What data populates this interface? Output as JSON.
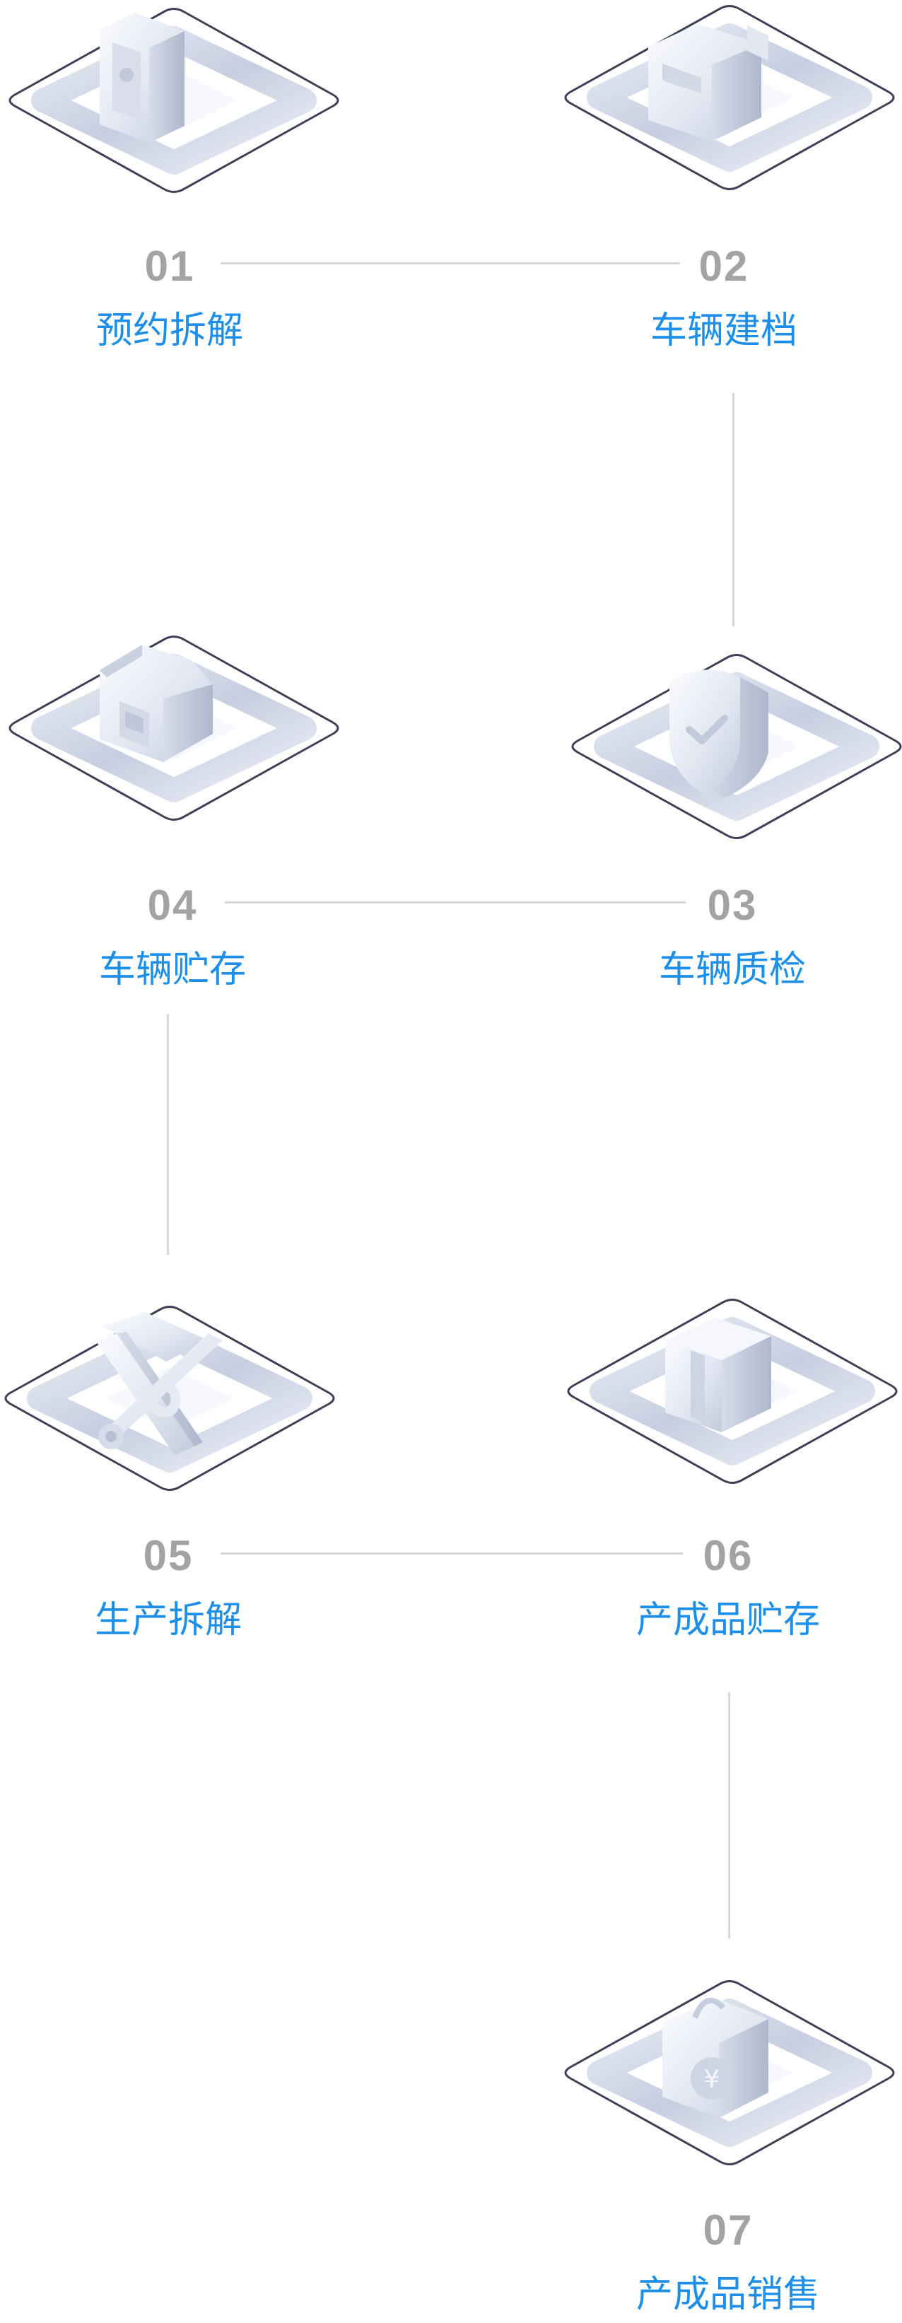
{
  "steps": [
    {
      "number": "01",
      "label": "预约拆解",
      "icon": "phone-icon"
    },
    {
      "number": "02",
      "label": "车辆建档",
      "icon": "folder-icon"
    },
    {
      "number": "03",
      "label": "车辆质检",
      "icon": "shield-check-icon"
    },
    {
      "number": "04",
      "label": "车辆贮存",
      "icon": "warehouse-icon"
    },
    {
      "number": "05",
      "label": "生产拆解",
      "icon": "wrench-screwdriver-icon"
    },
    {
      "number": "06",
      "label": "产成品贮存",
      "icon": "box-icon"
    },
    {
      "number": "07",
      "label": "产成品销售",
      "icon": "price-tag-icon"
    }
  ],
  "colors": {
    "number": "#a3a3a3",
    "label": "#1e8fe8",
    "connector": "#d4d6dc",
    "tile_outline": "#3e4155"
  }
}
